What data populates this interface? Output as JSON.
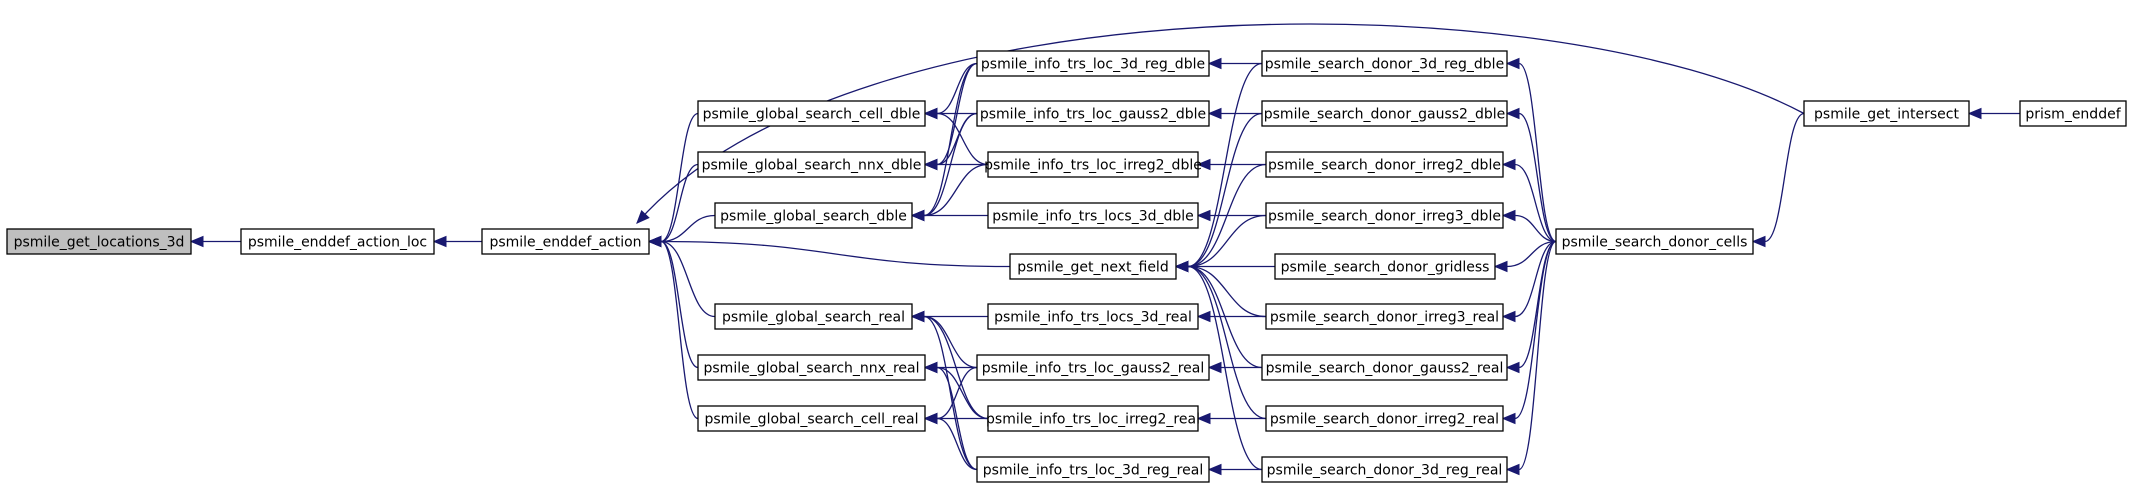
{
  "colors": {
    "edge": "#191970",
    "node_border": "#000000",
    "node_fill": "#ffffff",
    "highlight_fill": "#bfbfbf"
  },
  "nodes": [
    {
      "id": "get_locations_3d",
      "label": "psmile_get_locations_3d",
      "highlight": true
    },
    {
      "id": "enddef_action_loc",
      "label": "psmile_enddef_action_loc"
    },
    {
      "id": "enddef_action",
      "label": "psmile_enddef_action"
    },
    {
      "id": "gs_cell_dble",
      "label": "psmile_global_search_cell_dble"
    },
    {
      "id": "gs_nnx_dble",
      "label": "psmile_global_search_nnx_dble"
    },
    {
      "id": "gs_dble",
      "label": "psmile_global_search_dble"
    },
    {
      "id": "gs_real",
      "label": "psmile_global_search_real"
    },
    {
      "id": "gs_nnx_real",
      "label": "psmile_global_search_nnx_real"
    },
    {
      "id": "gs_cell_real",
      "label": "psmile_global_search_cell_real"
    },
    {
      "id": "info_3d_reg_dble",
      "label": "psmile_info_trs_loc_3d_reg_dble"
    },
    {
      "id": "info_gauss2_dble",
      "label": "psmile_info_trs_loc_gauss2_dble"
    },
    {
      "id": "info_irreg2_dble",
      "label": "psmile_info_trs_loc_irreg2_dble"
    },
    {
      "id": "info_locs_3d_dble",
      "label": "psmile_info_trs_locs_3d_dble"
    },
    {
      "id": "get_next_field",
      "label": "psmile_get_next_field"
    },
    {
      "id": "info_locs_3d_real",
      "label": "psmile_info_trs_locs_3d_real"
    },
    {
      "id": "info_gauss2_real",
      "label": "psmile_info_trs_loc_gauss2_real"
    },
    {
      "id": "info_irreg2_real",
      "label": "psmile_info_trs_loc_irreg2_real"
    },
    {
      "id": "info_3d_reg_real",
      "label": "psmile_info_trs_loc_3d_reg_real"
    },
    {
      "id": "sd_3d_reg_dble",
      "label": "psmile_search_donor_3d_reg_dble"
    },
    {
      "id": "sd_gauss2_dble",
      "label": "psmile_search_donor_gauss2_dble"
    },
    {
      "id": "sd_irreg2_dble",
      "label": "psmile_search_donor_irreg2_dble"
    },
    {
      "id": "sd_irreg3_dble",
      "label": "psmile_search_donor_irreg3_dble"
    },
    {
      "id": "sd_gridless",
      "label": "psmile_search_donor_gridless"
    },
    {
      "id": "sd_irreg3_real",
      "label": "psmile_search_donor_irreg3_real"
    },
    {
      "id": "sd_gauss2_real",
      "label": "psmile_search_donor_gauss2_real"
    },
    {
      "id": "sd_irreg2_real",
      "label": "psmile_search_donor_irreg2_real"
    },
    {
      "id": "sd_3d_reg_real",
      "label": "psmile_search_donor_3d_reg_real"
    },
    {
      "id": "sd_cells",
      "label": "psmile_search_donor_cells"
    },
    {
      "id": "get_intersect",
      "label": "psmile_get_intersect"
    },
    {
      "id": "prism_enddef",
      "label": "prism_enddef"
    }
  ],
  "edges": [
    {
      "from": "enddef_action_loc",
      "to": "get_locations_3d"
    },
    {
      "from": "enddef_action",
      "to": "enddef_action_loc"
    },
    {
      "from": "gs_cell_dble",
      "to": "enddef_action"
    },
    {
      "from": "gs_nnx_dble",
      "to": "enddef_action"
    },
    {
      "from": "gs_dble",
      "to": "enddef_action"
    },
    {
      "from": "get_next_field",
      "to": "enddef_action"
    },
    {
      "from": "gs_real",
      "to": "enddef_action"
    },
    {
      "from": "gs_nnx_real",
      "to": "enddef_action"
    },
    {
      "from": "gs_cell_real",
      "to": "enddef_action"
    },
    {
      "from": "get_intersect",
      "to": "enddef_action"
    },
    {
      "from": "info_3d_reg_dble",
      "to": "gs_cell_dble"
    },
    {
      "from": "info_gauss2_dble",
      "to": "gs_cell_dble"
    },
    {
      "from": "info_irreg2_dble",
      "to": "gs_cell_dble"
    },
    {
      "from": "info_3d_reg_dble",
      "to": "gs_nnx_dble"
    },
    {
      "from": "info_gauss2_dble",
      "to": "gs_nnx_dble"
    },
    {
      "from": "info_irreg2_dble",
      "to": "gs_nnx_dble"
    },
    {
      "from": "info_3d_reg_dble",
      "to": "gs_dble"
    },
    {
      "from": "info_gauss2_dble",
      "to": "gs_dble"
    },
    {
      "from": "info_irreg2_dble",
      "to": "gs_dble"
    },
    {
      "from": "info_locs_3d_dble",
      "to": "gs_dble"
    },
    {
      "from": "info_locs_3d_real",
      "to": "gs_real"
    },
    {
      "from": "info_gauss2_real",
      "to": "gs_real"
    },
    {
      "from": "info_irreg2_real",
      "to": "gs_real"
    },
    {
      "from": "info_3d_reg_real",
      "to": "gs_real"
    },
    {
      "from": "info_gauss2_real",
      "to": "gs_nnx_real"
    },
    {
      "from": "info_irreg2_real",
      "to": "gs_nnx_real"
    },
    {
      "from": "info_3d_reg_real",
      "to": "gs_nnx_real"
    },
    {
      "from": "info_gauss2_real",
      "to": "gs_cell_real"
    },
    {
      "from": "info_irreg2_real",
      "to": "gs_cell_real"
    },
    {
      "from": "info_3d_reg_real",
      "to": "gs_cell_real"
    },
    {
      "from": "sd_3d_reg_dble",
      "to": "info_3d_reg_dble"
    },
    {
      "from": "sd_gauss2_dble",
      "to": "info_gauss2_dble"
    },
    {
      "from": "sd_irreg2_dble",
      "to": "info_irreg2_dble"
    },
    {
      "from": "sd_irreg3_dble",
      "to": "info_locs_3d_dble"
    },
    {
      "from": "sd_irreg3_real",
      "to": "info_locs_3d_real"
    },
    {
      "from": "sd_gauss2_real",
      "to": "info_gauss2_real"
    },
    {
      "from": "sd_irreg2_real",
      "to": "info_irreg2_real"
    },
    {
      "from": "sd_3d_reg_real",
      "to": "info_3d_reg_real"
    },
    {
      "from": "sd_3d_reg_dble",
      "to": "get_next_field"
    },
    {
      "from": "sd_gauss2_dble",
      "to": "get_next_field"
    },
    {
      "from": "sd_irreg2_dble",
      "to": "get_next_field"
    },
    {
      "from": "sd_irreg3_dble",
      "to": "get_next_field"
    },
    {
      "from": "sd_gridless",
      "to": "get_next_field"
    },
    {
      "from": "sd_irreg3_real",
      "to": "get_next_field"
    },
    {
      "from": "sd_gauss2_real",
      "to": "get_next_field"
    },
    {
      "from": "sd_irreg2_real",
      "to": "get_next_field"
    },
    {
      "from": "sd_3d_reg_real",
      "to": "get_next_field"
    },
    {
      "from": "sd_cells",
      "to": "sd_3d_reg_dble"
    },
    {
      "from": "sd_cells",
      "to": "sd_gauss2_dble"
    },
    {
      "from": "sd_cells",
      "to": "sd_irreg2_dble"
    },
    {
      "from": "sd_cells",
      "to": "sd_irreg3_dble"
    },
    {
      "from": "sd_cells",
      "to": "sd_gridless"
    },
    {
      "from": "sd_cells",
      "to": "sd_irreg3_real"
    },
    {
      "from": "sd_cells",
      "to": "sd_gauss2_real"
    },
    {
      "from": "sd_cells",
      "to": "sd_irreg2_real"
    },
    {
      "from": "sd_cells",
      "to": "sd_3d_reg_real"
    },
    {
      "from": "get_intersect",
      "to": "sd_cells"
    },
    {
      "from": "prism_enddef",
      "to": "get_intersect"
    }
  ]
}
